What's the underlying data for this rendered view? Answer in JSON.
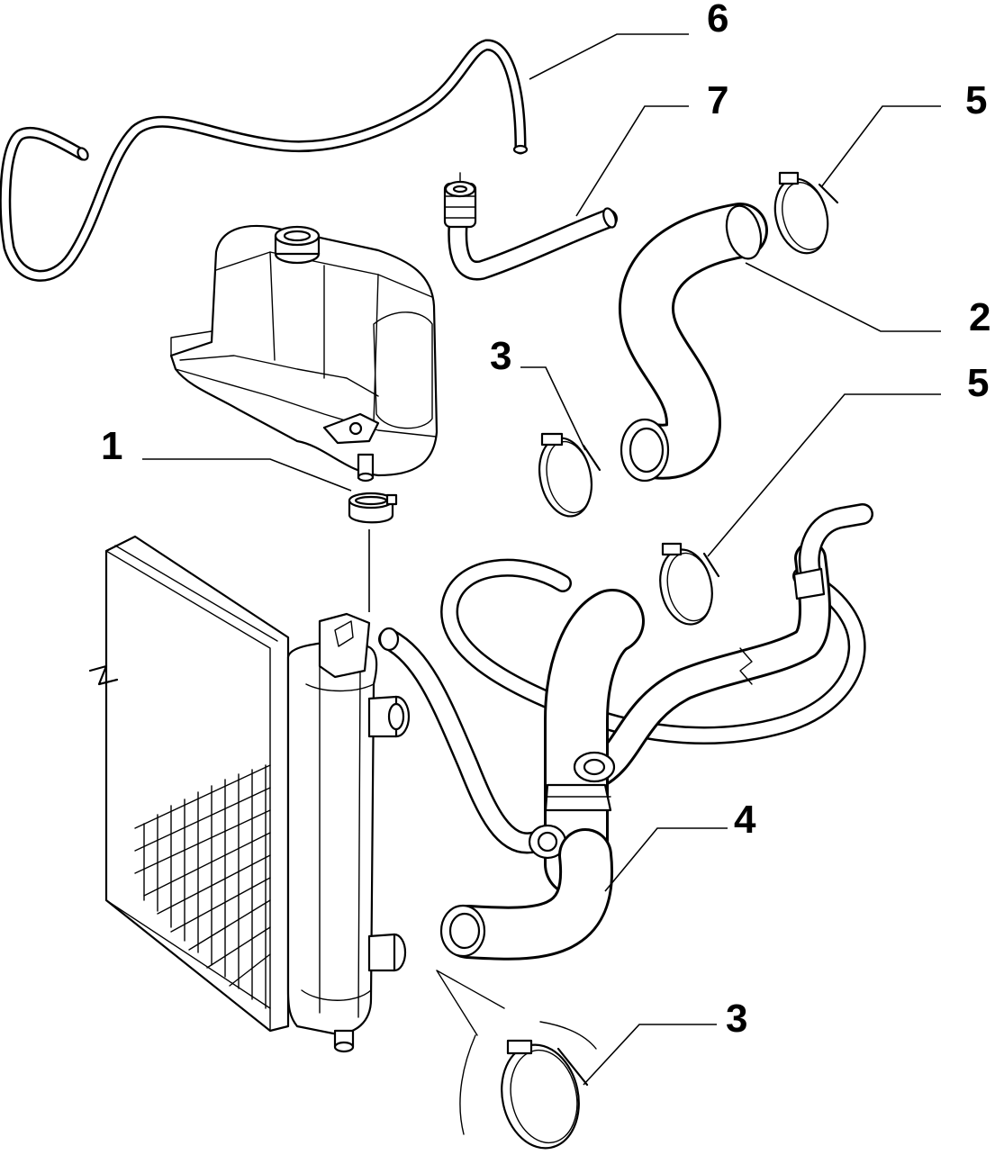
{
  "callouts": [
    {
      "id": "c1",
      "label": "1"
    },
    {
      "id": "c2",
      "label": "2"
    },
    {
      "id": "c3a",
      "label": "3"
    },
    {
      "id": "c3b",
      "label": "3"
    },
    {
      "id": "c4",
      "label": "4"
    },
    {
      "id": "c5a",
      "label": "5"
    },
    {
      "id": "c5b",
      "label": "5"
    },
    {
      "id": "c6",
      "label": "6"
    },
    {
      "id": "c7",
      "label": "7"
    }
  ]
}
